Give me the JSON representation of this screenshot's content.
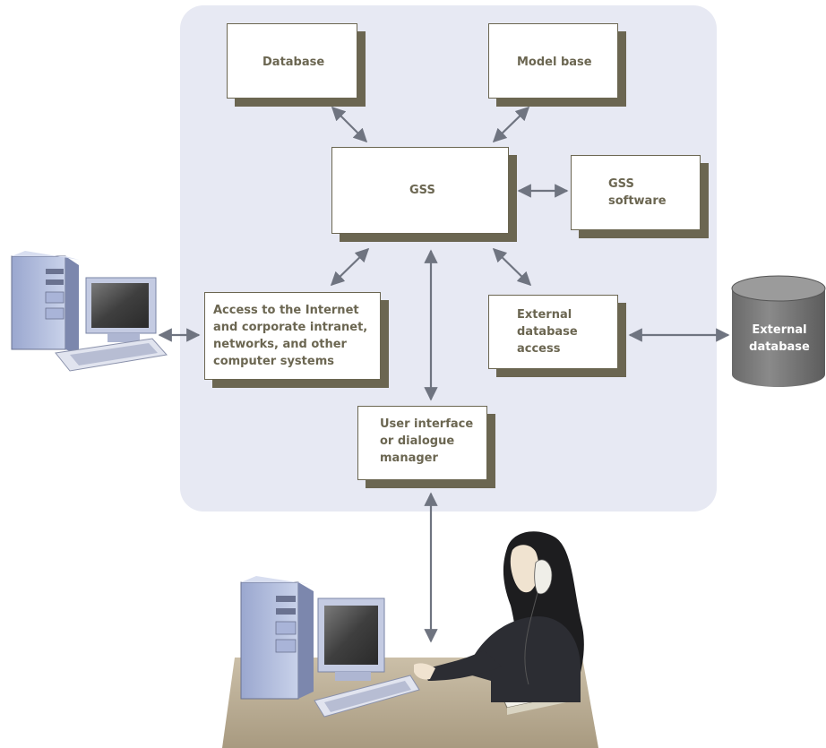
{
  "diagram": {
    "nodes": {
      "database": {
        "lines": [
          "Database"
        ]
      },
      "model_base": {
        "lines": [
          "Model base"
        ]
      },
      "gss": {
        "lines": [
          "GSS"
        ]
      },
      "gss_software": {
        "lines": [
          "GSS",
          "software"
        ]
      },
      "access": {
        "lines": [
          "Access to the Internet",
          "and corporate intranet,",
          "networks, and other",
          "computer systems"
        ]
      },
      "external_access": {
        "lines": [
          "External",
          "database",
          "access"
        ]
      },
      "ui_manager": {
        "lines": [
          "User interface",
          "or dialogue",
          "manager"
        ]
      },
      "external_db": {
        "lines": [
          "External",
          "database"
        ]
      }
    },
    "edges": [
      {
        "from": "database",
        "to": "gss",
        "bidirectional": true
      },
      {
        "from": "model_base",
        "to": "gss",
        "bidirectional": true
      },
      {
        "from": "gss",
        "to": "gss_software",
        "bidirectional": true
      },
      {
        "from": "gss",
        "to": "access",
        "bidirectional": true
      },
      {
        "from": "gss",
        "to": "external_access",
        "bidirectional": true
      },
      {
        "from": "gss",
        "to": "ui_manager",
        "bidirectional": true
      },
      {
        "from": "external_access",
        "to": "external_db",
        "bidirectional": true
      },
      {
        "from": "access",
        "to": "computer_left",
        "bidirectional": true
      },
      {
        "from": "ui_manager",
        "to": "user_workstation",
        "bidirectional": true
      }
    ]
  },
  "colors": {
    "panel": "#e7e9f3",
    "box_border": "#6b6651",
    "text": "#6b6651",
    "arrow": "#6f7480",
    "cylinder": "#7a7a7a"
  }
}
